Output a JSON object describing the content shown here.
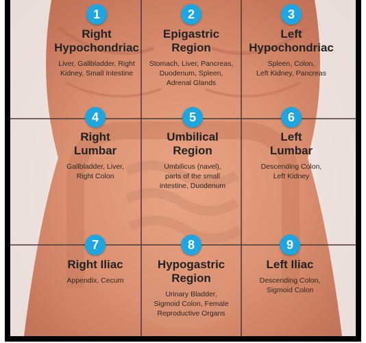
{
  "regions": [
    {
      "number": "1",
      "title": "Right\nHypochondriac",
      "organs": "Liver, Gallbladder, Right\nKidney, Small Intestine"
    },
    {
      "number": "2",
      "title": "Epigastric\nRegion",
      "organs": "Stomach, Liver, Pancreas,\nDuodenum, Spleen,\nAdrenal Glands"
    },
    {
      "number": "3",
      "title": "Left\nHypochondriac",
      "organs": "Spleen, Colon,\nLeft Kidney, Pancreas"
    },
    {
      "number": "4",
      "title": "Right\nLumbar",
      "organs": "Gallbladder, Liver,\nRight Colon"
    },
    {
      "number": "5",
      "title": "Umbilical\nRegion",
      "organs": "Umbilicus (navel),\nparts of the small\nintestine, Duodenum"
    },
    {
      "number": "6",
      "title": "Left\nLumbar",
      "organs": "Descending Colon,\nLeft Kidney"
    },
    {
      "number": "7",
      "title": "Right Iliac",
      "organs": "Appendix, Cecum"
    },
    {
      "number": "8",
      "title": "Hypogastric\nRegion",
      "organs": "Urinary Bladder,\nSigmoid Colon, Female\nReproductive Organs"
    },
    {
      "number": "9",
      "title": "Left Iliac",
      "organs": "Descending Colon,\nSigmoid Colon"
    }
  ],
  "colors": {
    "badge": "#1ea6e0",
    "grid_line": "#463737",
    "skin": "#dc9272"
  }
}
